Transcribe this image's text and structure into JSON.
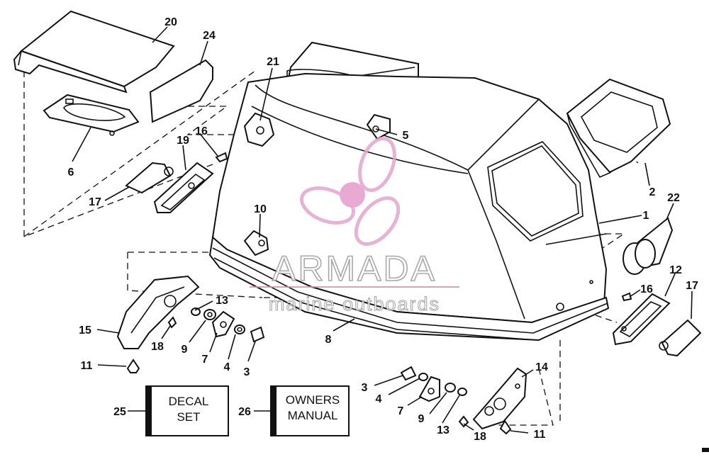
{
  "watermark": {
    "brand": "ARMADA",
    "tagline": "marine outboards",
    "logo_color": "#e2a6cd",
    "logo_hub_color": "#e49ccb"
  },
  "labels": {
    "p1": "1",
    "p2": "2",
    "p3a": "3",
    "p3b": "3",
    "p4a": "4",
    "p4b": "4",
    "p5": "5",
    "p6": "6",
    "p7a": "7",
    "p7b": "7",
    "p8": "8",
    "p9a": "9",
    "p9b": "9",
    "p10": "10",
    "p11a": "11",
    "p11b": "11",
    "p12": "12",
    "p13a": "13",
    "p13b": "13",
    "p14": "14",
    "p15": "15",
    "p16a": "16",
    "p16b": "16",
    "p17a": "17",
    "p17b": "17",
    "p18a": "18",
    "p18b": "18",
    "p19": "19",
    "p20": "20",
    "p21": "21",
    "p22": "22",
    "p24": "24",
    "p25": "25",
    "p26": "26"
  },
  "decal_box": {
    "line1": "DECAL",
    "line2": "SET"
  },
  "manual_box": {
    "line1": "OWNERS",
    "line2": "MANUAL"
  }
}
